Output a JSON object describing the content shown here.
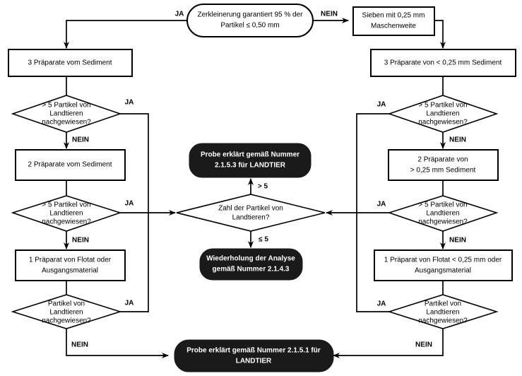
{
  "diagram": {
    "title": "Entscheidungsbaum LANDTIER Analyse",
    "language": "de",
    "colors": {
      "background": "#ffffff",
      "stroke": "#000000",
      "terminal_fill": "#1a1a1a",
      "terminal_text": "#ffffff"
    }
  },
  "nodes": {
    "start_decision": {
      "shape": "oval",
      "line1": "Zerkleinerung garantiert 95 % der",
      "line2": "Partikel ≤ 0,50 mm"
    },
    "sieve": {
      "shape": "box",
      "line1": "Sieben mit 0,25 mm",
      "line2": "Maschenweite"
    },
    "left_prep3": {
      "shape": "box",
      "line1": "3 Präparate vom Sediment",
      "line2": ""
    },
    "right_prep3": {
      "shape": "box",
      "line1": "3 Präparate von < 0,25 mm Sediment",
      "line2": ""
    },
    "left_dec1": {
      "shape": "diamond",
      "line1": "> 5 Partikel von",
      "line2": "Landtieren",
      "line3": "nachgewiesen?"
    },
    "left_prep2": {
      "shape": "box",
      "line1": "2 Präparate vom Sediment",
      "line2": ""
    },
    "left_dec2": {
      "shape": "diamond",
      "line1": "> 5 Partikel von",
      "line2": "Landtieren",
      "line3": "nachgewiesen?"
    },
    "left_prep1": {
      "shape": "box",
      "line1": "1 Präparat von Flotat oder",
      "line2": "Ausgangsmaterial"
    },
    "left_dec3": {
      "shape": "diamond",
      "line1": "Partikel von",
      "line2": "Landtieren",
      "line3": "nachgewiesen?"
    },
    "right_dec1": {
      "shape": "diamond",
      "line1": "> 5 Partikel von",
      "line2": "Landtieren",
      "line3": "nachgewiesen?"
    },
    "right_prep2": {
      "shape": "box",
      "line1": "2 Präparate von",
      "line2": "> 0,25 mm Sediment"
    },
    "right_dec2": {
      "shape": "diamond",
      "line1": "> 5 Partikel von",
      "line2": "Landtieren",
      "line3": "nachgewiesen?"
    },
    "right_prep1": {
      "shape": "box",
      "line1": "1 Präparat von Flotat < 0,25 mm oder",
      "line2": "Ausgangsmaterial"
    },
    "right_dec3": {
      "shape": "diamond",
      "line1": "Partikel von",
      "line2": "Landtieren",
      "line3": "nachgewiesen?"
    },
    "center_dec": {
      "shape": "diamond",
      "line1": "Zahl der Partikel von",
      "line2": "Landtieren?",
      "line3": ""
    },
    "terminal_2153": {
      "shape": "terminal",
      "line1": "Probe erklärt gemäß Nummer",
      "line2": "2.1.5.3 für LANDTIER"
    },
    "terminal_repeat": {
      "shape": "terminal",
      "line1": "Wiederholung der Analyse",
      "line2": "gemäß Nummer 2.1.4.3"
    },
    "terminal_2151": {
      "shape": "terminal",
      "line1": "Probe erklärt gemäß Nummer 2.1.5.1 für",
      "line2": "LANDTIER"
    }
  },
  "edge_labels": {
    "start_ja": "JA",
    "start_nein": "NEIN",
    "left_dec1_ja": "JA",
    "left_dec1_nein": "NEIN",
    "left_dec2_ja": "JA",
    "left_dec2_nein": "NEIN",
    "left_dec3_ja": "JA",
    "left_dec3_nein": "NEIN",
    "right_dec1_ja": "JA",
    "right_dec1_nein": "NEIN",
    "right_dec2_ja": "JA",
    "right_dec2_nein": "NEIN",
    "right_dec3_ja": "JA",
    "right_dec3_nein": "NEIN",
    "center_gt5": "> 5",
    "center_le5": "≤ 5"
  }
}
